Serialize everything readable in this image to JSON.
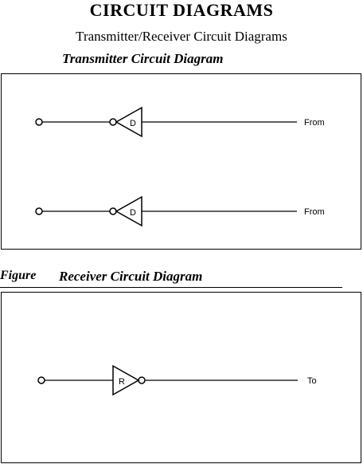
{
  "document": {
    "title": "CIRCUIT DIAGRAMS",
    "subtitle": "Transmitter/Receiver Circuit Diagrams"
  },
  "transmitter": {
    "caption": "Transmitter Circuit Diagram",
    "gate_label_1": "D",
    "gate_label_2": "D",
    "line_label_1": "From",
    "line_label_2": "From"
  },
  "receiver": {
    "caption_prefix": "Figure",
    "caption": "Receiver Circuit Diagram",
    "gate_label": "R",
    "line_label": "To"
  }
}
